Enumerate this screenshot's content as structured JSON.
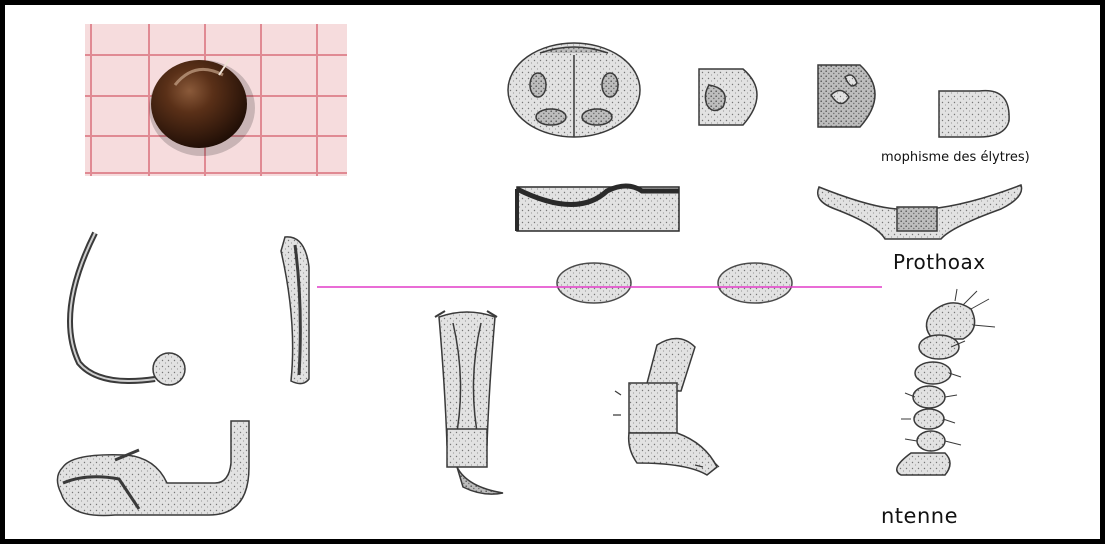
{
  "labels": {
    "elytra_caption": "mophisme des élytres)",
    "pronotum_caption": "Prothoax",
    "antenna_caption": "ntenne"
  },
  "colors": {
    "frame": "#000000",
    "grid_background": "#f6dcdd",
    "grid_lines": "#e08a93",
    "pointer_line": "#e23cc8",
    "drawing_stroke": "#3a3a3a",
    "drawing_fill": "#dcdcdc"
  },
  "icons": [
    "ladybird-photo",
    "line-drawing-illustration"
  ]
}
